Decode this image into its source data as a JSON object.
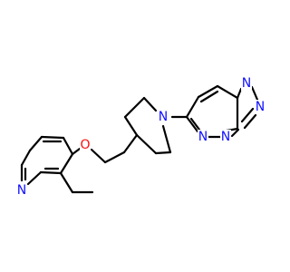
{
  "colors": {
    "carbon_bond": "#000000",
    "nitrogen": "#1010ff",
    "oxygen": "#ff0d0d"
  },
  "atom_labels": [
    {
      "id": "n-pyridine",
      "text": "N",
      "element": "nitrogen"
    },
    {
      "id": "o-ether",
      "text": "O",
      "element": "oxygen"
    },
    {
      "id": "n-piperidine",
      "text": "N",
      "element": "nitrogen"
    },
    {
      "id": "n-pyridazine-1",
      "text": "N",
      "element": "nitrogen"
    },
    {
      "id": "n-bridge",
      "text": "N",
      "element": "nitrogen"
    },
    {
      "id": "n-triazole-1",
      "text": "N",
      "element": "nitrogen"
    },
    {
      "id": "n-triazole-2",
      "text": "N",
      "element": "nitrogen"
    }
  ]
}
